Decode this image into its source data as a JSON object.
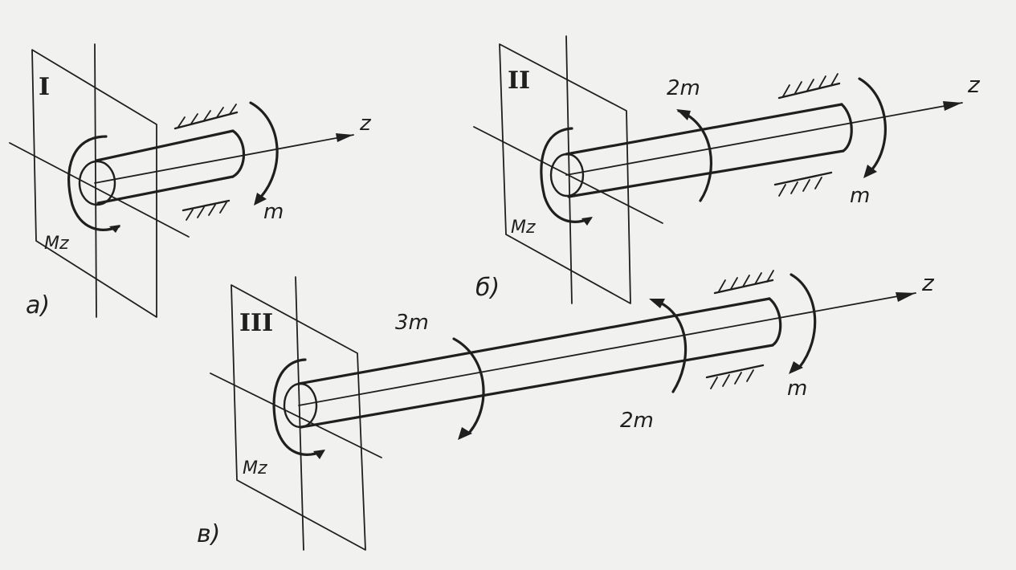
{
  "diagram": {
    "panels": [
      {
        "id": "a",
        "caption": "a)",
        "section_label": "I",
        "moment_label": "Mz",
        "axis_label": "z",
        "torques": [
          "m"
        ]
      },
      {
        "id": "b",
        "caption": "б)",
        "section_label": "II",
        "moment_label": "Mz",
        "axis_label": "z",
        "torques": [
          "2m",
          "m"
        ]
      },
      {
        "id": "c",
        "caption": "в)",
        "section_label": "III",
        "moment_label": "Mz",
        "axis_label": "z",
        "torques": [
          "3m",
          "2m",
          "m"
        ]
      }
    ]
  }
}
